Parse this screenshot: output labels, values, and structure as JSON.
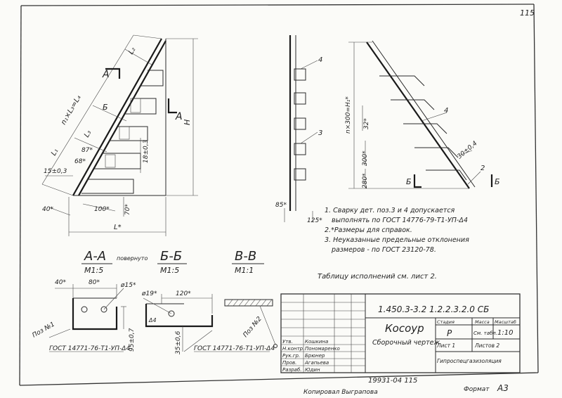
{
  "sheet_number": "115",
  "labels": {
    "len_l2": "L₂",
    "len_combined": "n₁×L₃=L₄",
    "len_l3": "L₃",
    "len_l1": "L₁",
    "section_a": "А",
    "section_b_mark": "Б",
    "dim_15": "15±0,3",
    "dim_68": "68*",
    "dim_87": "87*",
    "dim_18": "18±0,3",
    "dim_H": "H",
    "dim_40": "40*",
    "dim_100": "100*",
    "dim_70": "70*",
    "dim_L": "L*",
    "part_4_left": "4",
    "part_3_left": "3",
    "dim_85": "85*",
    "dim_125": "125*",
    "dim_n300": "n×300=H₁*",
    "dim_32": "32*",
    "dim_300": "300*",
    "dim_280": "280*",
    "part_4_right": "4",
    "dim_30": "30±0,4",
    "part_2": "2",
    "view_b_left": "Б",
    "view_b_right": "Б"
  },
  "notes": [
    "1. Сварку дет. поз.3 и 4 допускается",
    "выполнять по ГОСТ 14776-79-Т1-УП-Δ4",
    "2.*Размеры для справок.",
    "3. Неуказанные предельные отклонения",
    "размеров - по ГОСТ 23120-78."
  ],
  "sections": {
    "aa": {
      "title": "А-А",
      "suffix": "повернуто",
      "scale": "М1:5"
    },
    "bb": {
      "title": "Б-Б",
      "scale": "М1:5"
    },
    "vv": {
      "title": "В-В",
      "scale": "М1:1"
    }
  },
  "details": {
    "aa_40": "40*",
    "aa_80": "80*",
    "aa_15": "ø15*",
    "aa_95": "95±0,7",
    "aa_pos": "Поз №1",
    "aa_gost": "ГОСТ 14771-76-Т1-УП-Δ4",
    "bb_19": "ø19*",
    "bb_120": "120*",
    "bb_35": "35±0,6",
    "bb_4": "Δ4",
    "bb_gost": "ГОСТ 14771-76-Т1-УП-Δ4",
    "vv_pos": "Поз №2"
  },
  "table_ref": "Таблицу исполнений см. лист 2.",
  "title_block": {
    "doc_code": "1.450.3-3.2 1.2.2.3.2.0 СБ",
    "name": "Косоур",
    "subtitle": "Сборочный чертеж",
    "stage_hdr": "Стадия",
    "mass_hdr": "Масса",
    "scale_hdr": "Масштаб",
    "stage": "Р",
    "mass": "См. табл.",
    "scale": "1:10",
    "sheet": "Лист 1",
    "sheets": "Листов 2",
    "org": "Гипроспецгазизоляция",
    "roles": [
      "Утв.",
      "Н.контр.",
      "Рук.гр.",
      "Пров.",
      "Разраб."
    ],
    "names": [
      "Кошкина",
      "Пономаренко",
      "Брюнер",
      "Агапьева",
      "Юдин"
    ]
  },
  "footer": {
    "inventory": "19931-04 115",
    "copied": "Копировал Выграпова",
    "format_label": "Формат",
    "format_value": "А3"
  }
}
